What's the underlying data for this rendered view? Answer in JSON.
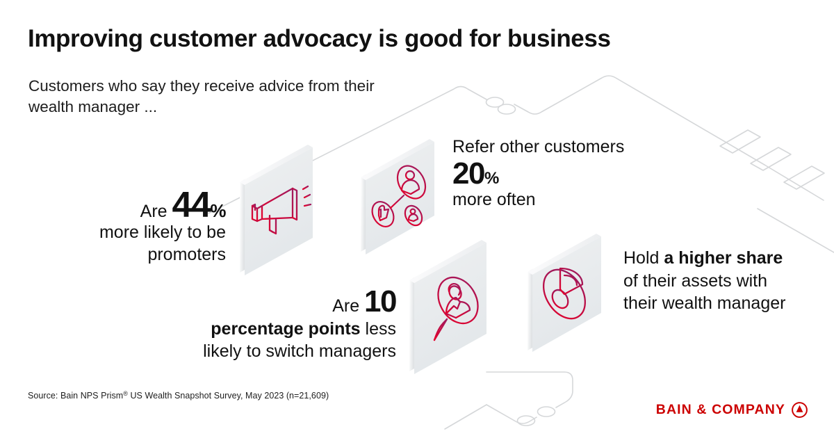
{
  "headline": "Improving customer advocacy is good for business",
  "subhead": "Customers who say they receive advice from their wealth manager ...",
  "stats": [
    {
      "id": "promoters",
      "pre": "Are",
      "value": "44",
      "unit": "%",
      "line2": "more likely to be",
      "line3": "promoters",
      "icon": "megaphone-icon"
    },
    {
      "id": "refer",
      "line1": "Refer other customers",
      "value": "20",
      "unit": "%",
      "line3": "more often",
      "icon": "referral-network-icon"
    },
    {
      "id": "switch",
      "pre": "Are",
      "value": "10",
      "line2_bold": "percentage points",
      "line2_rest": " less",
      "line3": "likely to switch managers",
      "icon": "magnifier-person-icon"
    },
    {
      "id": "assets",
      "line1_rest": "Hold ",
      "line1_bold": "a higher share",
      "line2": "of their assets with",
      "line3": "their wealth manager",
      "icon": "pie-chart-icon"
    }
  ],
  "source": {
    "prefix": "Source: Bain NPS Prism",
    "registered": "®",
    "suffix": " US Wealth Snapshot Survey, May 2023 (n=21,609)"
  },
  "logo": {
    "wordmark": "BAIN & COMPANY",
    "mark": "bain-circle-wedge-icon"
  },
  "colors": {
    "brand_red": "#cc0000",
    "icon_red": "#e4002b",
    "icon_magenta": "#9e1b5f",
    "tile_face": "#e8ebed",
    "tile_edge": "#f4f5f6",
    "line_gray": "#d3d5d7",
    "text": "#111111"
  },
  "chart_data": {
    "type": "table",
    "title": "Improving customer advocacy is good for business",
    "subtitle": "Customers who say they receive advice from their wealth manager ...",
    "categories": [
      "Are more likely to be promoters",
      "Refer other customers more often",
      "Are less likely to switch managers",
      "Hold a higher share of their assets with their wealth manager"
    ],
    "values": [
      44,
      20,
      10,
      null
    ],
    "units": [
      "%",
      "%",
      "percentage points",
      ""
    ],
    "annotations": [
      "Are 44% more likely to be promoters",
      "Refer other customers 20% more often",
      "Are 10 percentage points less likely to switch managers",
      "Hold a higher share of their assets with their wealth manager"
    ],
    "source": "Source: Bain NPS Prism® US Wealth Snapshot Survey, May 2023 (n=21,609)"
  }
}
